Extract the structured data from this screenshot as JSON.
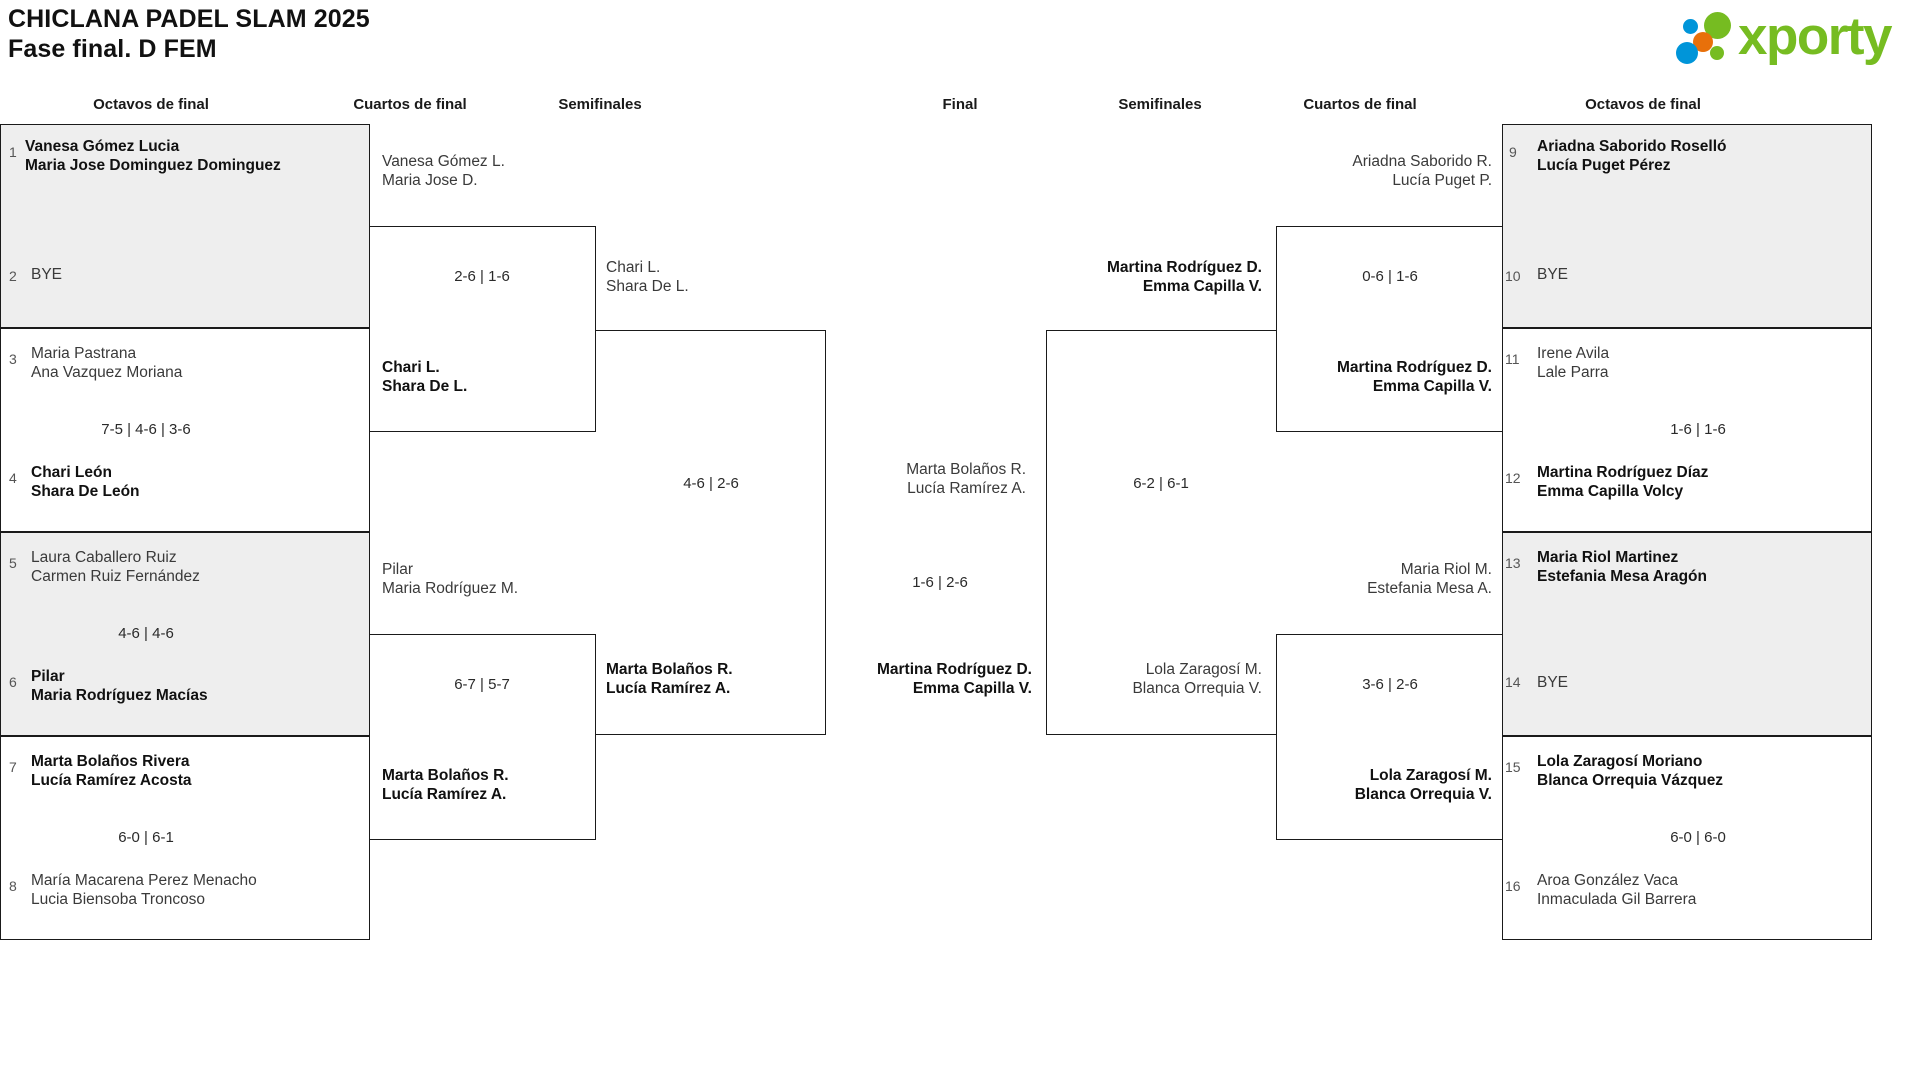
{
  "header": {
    "title": "CHICLANA PADEL SLAM 2025",
    "subtitle": "Fase final. D FEM",
    "logo_text": "xporty",
    "colors": {
      "green": "#76bc21",
      "blue": "#0095d9",
      "orange": "#e8700a",
      "shade": "#eeeeee",
      "line": "#1a1a1a"
    }
  },
  "round_headings": {
    "left_r16": "Octavos de final",
    "left_qf": "Cuartos de final",
    "left_sf": "Semifinales",
    "final": "Final",
    "right_sf": "Semifinales",
    "right_qf": "Cuartos de final",
    "right_r16": "Octavos de final"
  },
  "left": {
    "r16": [
      {
        "seed": "1",
        "line1": "Vanesa Gómez Lucia",
        "line2": "Maria Jose Dominguez Dominguez",
        "winner": true,
        "shaded": true
      },
      {
        "seed": "2",
        "line1": "BYE",
        "line2": "",
        "winner": false,
        "shaded": true
      },
      {
        "seed": "3",
        "line1": "Maria Pastrana",
        "line2": "Ana Vazquez Moriana",
        "winner": false,
        "shaded": false
      },
      {
        "seed": "4",
        "line1": "Chari León",
        "line2": "Shara De León",
        "winner": true,
        "shaded": false
      },
      {
        "seed": "5",
        "line1": "Laura Caballero Ruiz",
        "line2": "Carmen Ruiz Fernández",
        "winner": false,
        "shaded": true
      },
      {
        "seed": "6",
        "line1": "Pilar",
        "line2": "Maria Rodríguez Macías",
        "winner": true,
        "shaded": true
      },
      {
        "seed": "7",
        "line1": "Marta Bolaños Rivera",
        "line2": "Lucía Ramírez Acosta",
        "winner": true,
        "shaded": false
      },
      {
        "seed": "8",
        "line1": "María Macarena Perez Menacho",
        "line2": "Lucia Biensoba Troncoso",
        "winner": false,
        "shaded": false
      }
    ],
    "r16_scores": [
      "",
      "7-5 | 4-6 | 3-6",
      "4-6 | 4-6",
      "6-0 | 6-1"
    ],
    "qf": [
      {
        "line1": "Vanesa Gómez L.",
        "line2": "Maria Jose D.",
        "winner": false
      },
      {
        "line1": "Chari L.",
        "line2": "Shara De L.",
        "winner": true
      },
      {
        "line1": "Pilar",
        "line2": "Maria Rodríguez M.",
        "winner": false
      },
      {
        "line1": "Marta Bolaños R.",
        "line2": "Lucía Ramírez A.",
        "winner": true
      }
    ],
    "qf_scores": [
      "2-6 | 1-6",
      "6-7 | 5-7"
    ],
    "sf": [
      {
        "line1": "Chari L.",
        "line2": "Shara De L.",
        "winner": false
      },
      {
        "line1": "Marta Bolaños R.",
        "line2": "Lucía Ramírez A.",
        "winner": true
      }
    ],
    "sf_scores": [
      "4-6 | 2-6"
    ]
  },
  "final": {
    "top": {
      "line1": "Marta Bolaños R.",
      "line2": "Lucía Ramírez A.",
      "winner": false
    },
    "bottom": {
      "line1": "Martina Rodríguez D.",
      "line2": "Emma Capilla V.",
      "winner": true
    },
    "score": "1-6 | 2-6"
  },
  "right": {
    "r16": [
      {
        "seed": "9",
        "line1": "Ariadna Saborido Roselló",
        "line2": "Lucía Puget Pérez",
        "winner": true,
        "shaded": true
      },
      {
        "seed": "10",
        "line1": "BYE",
        "line2": "",
        "winner": false,
        "shaded": true
      },
      {
        "seed": "11",
        "line1": "Irene Avila",
        "line2": "Lale Parra",
        "winner": false,
        "shaded": false
      },
      {
        "seed": "12",
        "line1": "Martina Rodríguez Díaz",
        "line2": "Emma Capilla Volcy",
        "winner": true,
        "shaded": false
      },
      {
        "seed": "13",
        "line1": "Maria Riol Martinez",
        "line2": "Estefania Mesa Aragón",
        "winner": true,
        "shaded": true
      },
      {
        "seed": "14",
        "line1": "BYE",
        "line2": "",
        "winner": false,
        "shaded": true
      },
      {
        "seed": "15",
        "line1": "Lola Zaragosí Moriano",
        "line2": "Blanca Orrequia Vázquez",
        "winner": true,
        "shaded": false
      },
      {
        "seed": "16",
        "line1": "Aroa González Vaca",
        "line2": "Inmaculada Gil Barrera",
        "winner": false,
        "shaded": false
      }
    ],
    "r16_scores": [
      "",
      "1-6 | 1-6",
      "",
      "6-0 | 6-0"
    ],
    "qf": [
      {
        "line1": "Ariadna Saborido R.",
        "line2": "Lucía Puget P.",
        "winner": false
      },
      {
        "line1": "Martina Rodríguez D.",
        "line2": "Emma Capilla V.",
        "winner": true
      },
      {
        "line1": "Maria Riol M.",
        "line2": "Estefania Mesa A.",
        "winner": false
      },
      {
        "line1": "Lola Zaragosí M.",
        "line2": "Blanca Orrequia V.",
        "winner": true
      }
    ],
    "qf_scores": [
      "0-6 | 1-6",
      "3-6 | 2-6"
    ],
    "sf": [
      {
        "line1": "Martina Rodríguez D.",
        "line2": "Emma Capilla V.",
        "winner": true
      },
      {
        "line1": "Lola Zaragosí M.",
        "line2": "Blanca Orrequia V.",
        "winner": false
      }
    ],
    "sf_scores": [
      "6-2 | 6-1"
    ]
  }
}
